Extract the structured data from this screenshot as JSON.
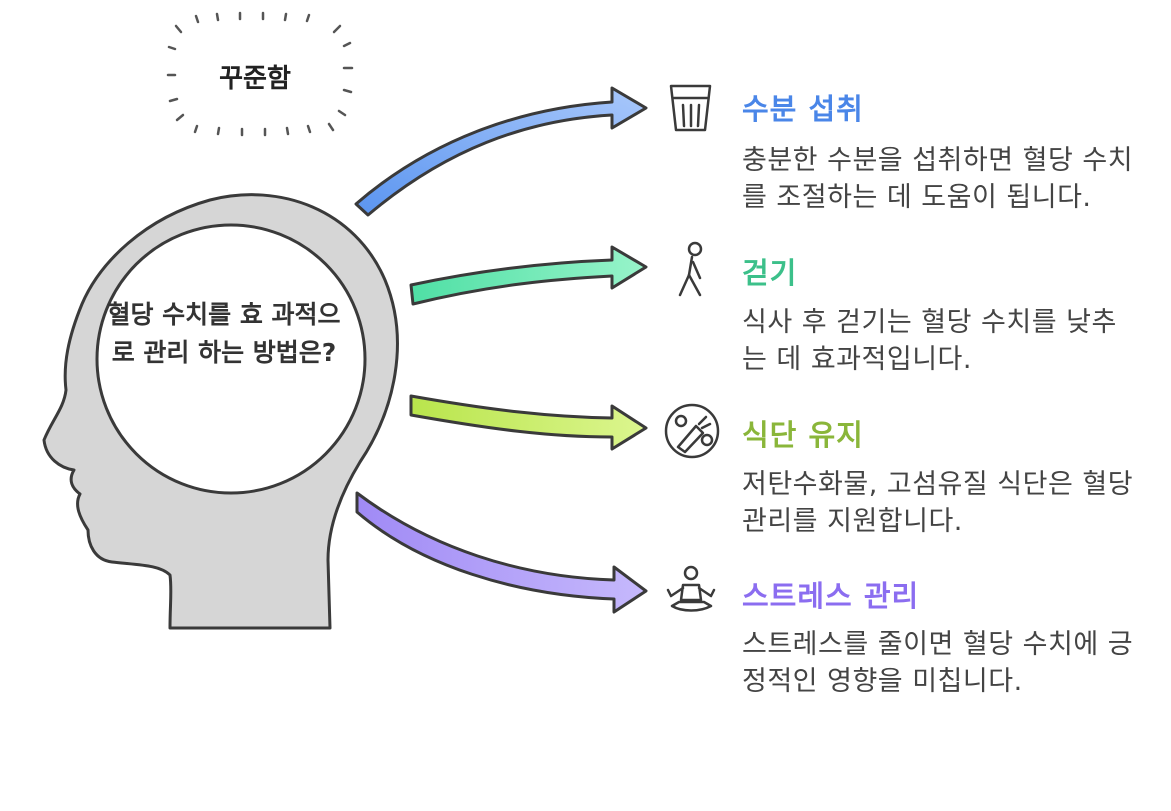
{
  "burst_label": "꾸준함",
  "head_text": "혈당 수치를 효 과적으로 관리 하는 방법은?",
  "items": [
    {
      "title": "수분 섭취",
      "desc": "충분한 수분을 섭취하면 혈당 수치를 조절하는 데 도움이 됩니다.",
      "color": "#4a86e8",
      "arrow_color": "#7aaaf5",
      "icon": "cup-icon"
    },
    {
      "title": "걷기",
      "desc": "식사 후 걷기는 혈당 수치를 낮추는 데 효과적입니다.",
      "color": "#3cc08a",
      "arrow_color": "#80efbe",
      "icon": "walking-icon"
    },
    {
      "title": "식단 유지",
      "desc": "저탄수화물, 고섬유질 식단은 혈당 관리를 지원합니다.",
      "color": "#8ab63a",
      "arrow_color": "#cdf06e",
      "icon": "diet-icon"
    },
    {
      "title": "스트레스 관리",
      "desc": "스트레스를 줄이면 혈당 수치에 긍정적인 영향을 미칩니다.",
      "color": "#8b6df0",
      "arrow_color": "#b6a6fb",
      "icon": "meditation-icon"
    }
  ]
}
